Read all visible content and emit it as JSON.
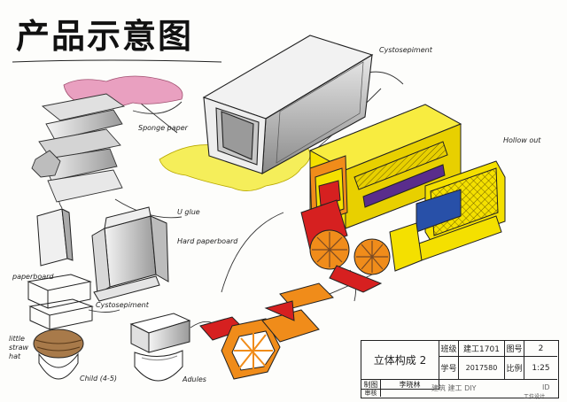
{
  "title": "产品示意图",
  "notes": {
    "cystosepiment_top": "Cystosepiment",
    "sponge_paper": "Sponge paper",
    "hollow_out": "Hollow out",
    "u_glue": "U glue",
    "hard_paperboard": "Hard paperboard",
    "paperboard": "paperboard",
    "cystosepiment_mid": "Cystosepiment",
    "little_straw_hat": [
      "little",
      "straw",
      "hat"
    ],
    "child": "Child (4-5)",
    "adules": "Adules"
  },
  "title_block": {
    "name": "立体构成 2",
    "class_label": "班级",
    "class_value": "建工1701",
    "drawing_no_label": "图号",
    "drawing_no_value": "2",
    "student_id_label": "学号",
    "student_id_value": "2017580",
    "scale_label": "比例",
    "scale_value": "1:25",
    "drawn_by_label": "制图",
    "drawn_by_value": "李晓林",
    "reviewer_label": "审核"
  },
  "watermark": {
    "text": "建筑 建工 DIY",
    "suffix": "ID",
    "signature": "工位设计"
  },
  "colors": {
    "yellow": "#f4e000",
    "pink": "#e9a0c0",
    "orange": "#f08c1a",
    "red": "#d62020",
    "purple": "#5a2d8c",
    "blue": "#2850a8",
    "brown": "#7a4a24",
    "sponge_yellow": "#f5ee5a"
  }
}
